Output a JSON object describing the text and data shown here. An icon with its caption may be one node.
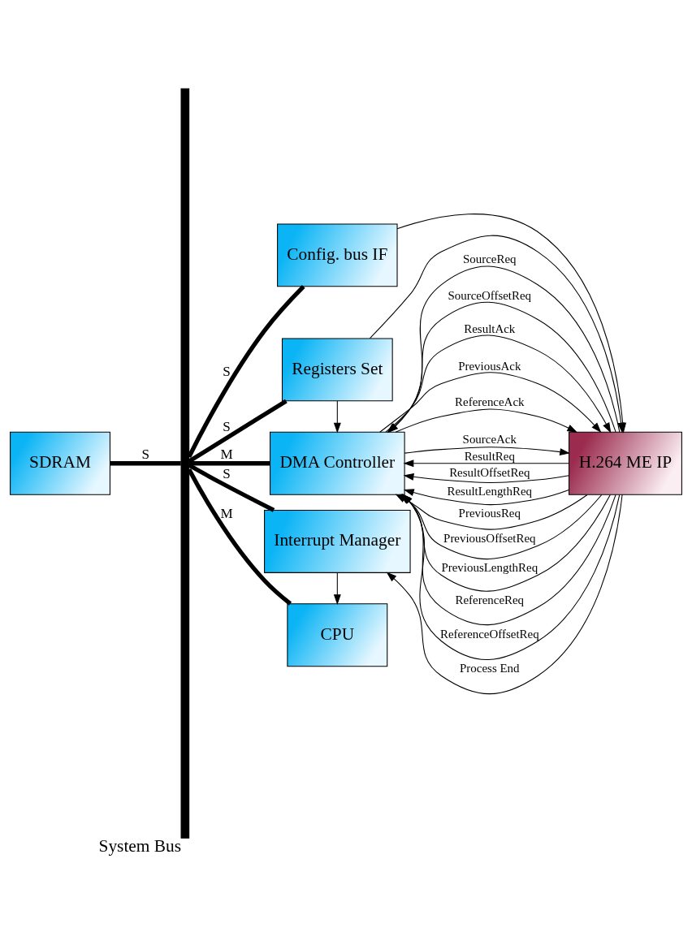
{
  "diagram": {
    "nodes": [
      {
        "text": [
          "Config. bus IF"
        ]
      },
      {
        "text": [
          "DMA Controller"
        ]
      },
      {
        "text": [
          "H.264 ME IP"
        ]
      },
      {
        "text": [
          "SDRAM"
        ]
      },
      {
        "text": [],
        "shape": "bar",
        "beside": [
          "System Bus"
        ]
      },
      {
        "text": [
          "Registers Set"
        ]
      },
      {
        "text": [
          "CPU"
        ]
      },
      {
        "text": [
          "Interrupt Manager"
        ]
      }
    ],
    "edges": [
      {
        "from": 4,
        "to": 0,
        "arrow": "none",
        "label": "S",
        "style": "thick"
      },
      {
        "from": 4,
        "to": 1,
        "arrow": "none",
        "label": "M",
        "style": "thick"
      },
      {
        "from": 3,
        "to": 4,
        "arrow": "none",
        "label": "S",
        "style": "thick"
      },
      {
        "from": 4,
        "to": 5,
        "arrow": "none",
        "label": "S",
        "style": "thick"
      },
      {
        "from": 4,
        "to": 6,
        "arrow": "none",
        "label": "M",
        "style": "thick"
      },
      {
        "from": 4,
        "to": 7,
        "arrow": "none",
        "label": "S",
        "style": "thick"
      },
      {
        "from": 0,
        "to": 2,
        "arrow": "to"
      },
      {
        "from": 2,
        "to": 1,
        "arrow": "to",
        "label": "ResultReq"
      },
      {
        "from": 2,
        "to": 1,
        "arrow": "to",
        "label": "ResultOffsetReq"
      },
      {
        "from": 2,
        "to": 1,
        "arrow": "to",
        "label": "ResultLengthReq"
      },
      {
        "from": 1,
        "to": 2,
        "arrow": "to",
        "label": "ResultAck"
      },
      {
        "from": 2,
        "to": 1,
        "arrow": "to",
        "label": "PreviousReq"
      },
      {
        "from": 2,
        "to": 1,
        "arrow": "to",
        "label": "PreviousOffsetReq"
      },
      {
        "from": 2,
        "to": 1,
        "arrow": "to",
        "label": "PreviousLengthReq"
      },
      {
        "from": 1,
        "to": 2,
        "arrow": "to",
        "label": "PreviousAck"
      },
      {
        "from": 2,
        "to": 1,
        "arrow": "to",
        "label": "ReferenceReq"
      },
      {
        "from": 2,
        "to": 1,
        "arrow": "to",
        "label": "ReferenceOffsetReq"
      },
      {
        "from": 1,
        "to": 2,
        "arrow": "to",
        "label": "ReferenceAck"
      },
      {
        "from": 2,
        "to": 1,
        "arrow": "to",
        "label": "SourceReq"
      },
      {
        "from": 2,
        "to": 1,
        "arrow": "to",
        "label": "SourceOffsetReq"
      },
      {
        "from": 1,
        "to": 2,
        "arrow": "to",
        "label": "SourceAck"
      },
      {
        "from": 5,
        "to": 1,
        "arrow": "to"
      },
      {
        "from": 5,
        "to": 2,
        "arrow": "to"
      },
      {
        "from": 7,
        "to": 6,
        "arrow": "to"
      },
      {
        "from": 2,
        "to": 7,
        "arrow": "to",
        "label": "Process End"
      }
    ]
  }
}
